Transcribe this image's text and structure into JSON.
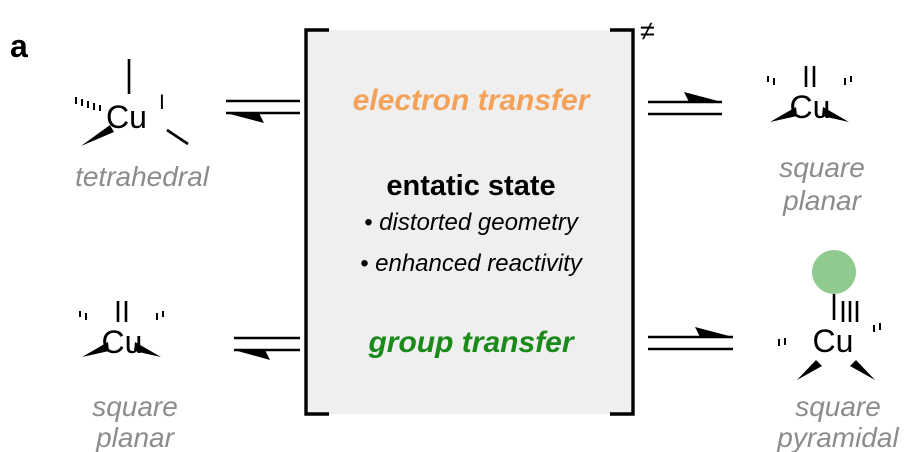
{
  "panel_label": "a",
  "ts_symbol": "≠",
  "center": {
    "top_label": "electron transfer",
    "top_color": "#f4a259",
    "title": "entatic state",
    "bullets": [
      "• distorted geometry",
      "• enhanced reactivity"
    ],
    "bottom_label": "group transfer",
    "bottom_color": "#1a8a1a",
    "box_color": "#efefef"
  },
  "species": {
    "top_left": {
      "metal": "Cu",
      "ox": "I",
      "geometry": [
        "tetrahedral"
      ]
    },
    "top_right": {
      "metal": "Cu",
      "ox": "II",
      "geometry": [
        "square",
        "planar"
      ]
    },
    "bottom_left": {
      "metal": "Cu",
      "ox": "II",
      "geometry": [
        "square",
        "planar"
      ]
    },
    "bottom_right": {
      "metal": "Cu",
      "ox": "III",
      "geometry": [
        "square",
        "pyramidal"
      ],
      "ligand_color": "#8fcb8f"
    }
  }
}
